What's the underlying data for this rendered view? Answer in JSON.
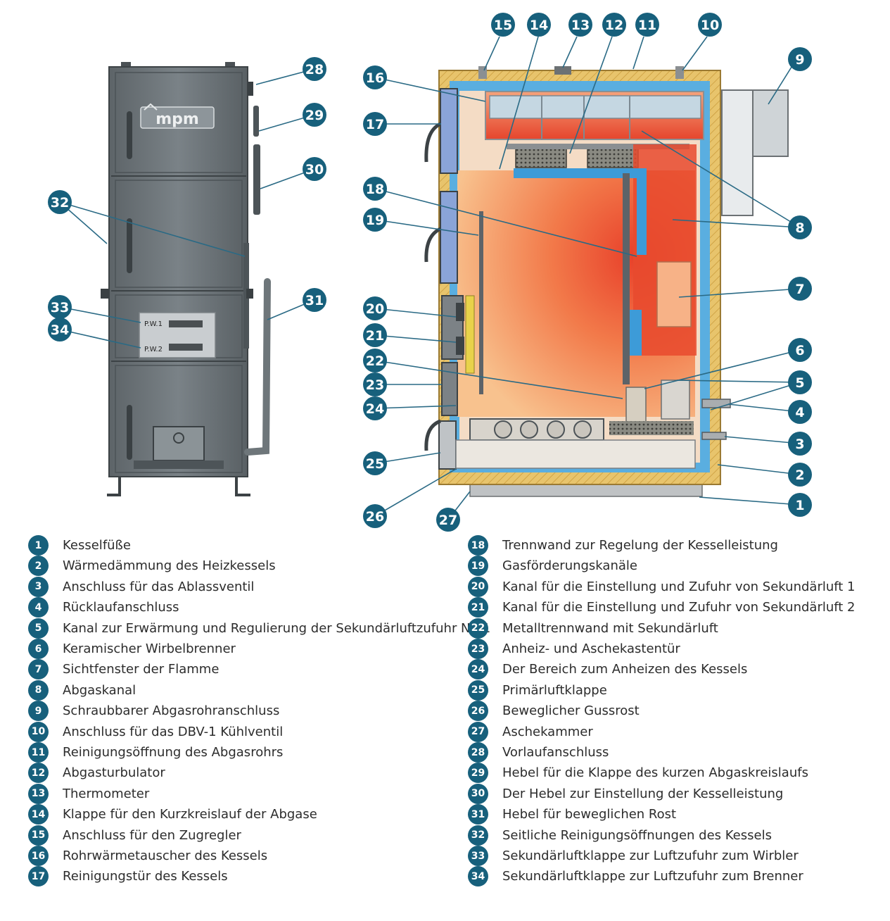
{
  "colors": {
    "callout": "#17607c",
    "boiler_body": "#6f777c",
    "insulation": "#e8c46c",
    "water_jacket": "#5aaee0",
    "flame_hot": "#e8452c",
    "flame_warm": "#f6b07a"
  },
  "front_view": {
    "logo_text": "mpm",
    "pw1_label": "P.W.1",
    "pw2_label": "P.W.2"
  },
  "callouts": [
    "1",
    "2",
    "3",
    "4",
    "5",
    "6",
    "7",
    "8",
    "9",
    "10",
    "11",
    "12",
    "13",
    "14",
    "15",
    "16",
    "17",
    "18",
    "19",
    "20",
    "21",
    "22",
    "23",
    "24",
    "25",
    "26",
    "27",
    "28",
    "29",
    "30",
    "31",
    "32",
    "33",
    "34"
  ],
  "legend": [
    {
      "num": "1",
      "text": "Kesselfüße"
    },
    {
      "num": "2",
      "text": "Wärmedämmung des Heizkessels"
    },
    {
      "num": "3",
      "text": "Anschluss für das Ablassventil"
    },
    {
      "num": "4",
      "text": "Rücklaufanschluss"
    },
    {
      "num": "5",
      "text": "Kanal zur Erwärmung und Regulierung der Sekundärluftzufuhr Nr. 1"
    },
    {
      "num": "6",
      "text": "Keramischer Wirbelbrenner"
    },
    {
      "num": "7",
      "text": "Sichtfenster der Flamme"
    },
    {
      "num": "8",
      "text": "Abgaskanal"
    },
    {
      "num": "9",
      "text": "Schraubbarer Abgasrohranschluss"
    },
    {
      "num": "10",
      "text": "Anschluss für das DBV-1 Kühlventil"
    },
    {
      "num": "11",
      "text": "Reinigungsöffnung des Abgasrohrs"
    },
    {
      "num": "12",
      "text": "Abgasturbulator"
    },
    {
      "num": "13",
      "text": "Thermometer"
    },
    {
      "num": "14",
      "text": "Klappe für den Kurzkreislauf der Abgase"
    },
    {
      "num": "15",
      "text": "Anschluss für den Zugregler"
    },
    {
      "num": "16",
      "text": "Rohrwärmetauscher des Kessels"
    },
    {
      "num": "17",
      "text": "Reinigungstür des Kessels"
    },
    {
      "num": "18",
      "text": "Trennwand zur Regelung der Kesselleistung"
    },
    {
      "num": "19",
      "text": "Gasförderungskanäle"
    },
    {
      "num": "20",
      "text": "Kanal für die Einstellung und Zufuhr von Sekundärluft 1"
    },
    {
      "num": "21",
      "text": "Kanal für die Einstellung und Zufuhr von Sekundärluft 2"
    },
    {
      "num": "22",
      "text": "Metalltrennwand mit Sekundärluft"
    },
    {
      "num": "23",
      "text": "Anheiz- und Aschekastentür"
    },
    {
      "num": "24",
      "text": "Der Bereich zum Anheizen des Kessels"
    },
    {
      "num": "25",
      "text": "Primärluftklappe"
    },
    {
      "num": "26",
      "text": "Beweglicher Gussrost"
    },
    {
      "num": "27",
      "text": "Aschekammer"
    },
    {
      "num": "28",
      "text": "Vorlaufanschluss"
    },
    {
      "num": "29",
      "text": "Hebel für die Klappe des kurzen Abgaskreislaufs"
    },
    {
      "num": "30",
      "text": "Der Hebel zur Einstellung der Kesselleistung"
    },
    {
      "num": "31",
      "text": "Hebel für beweglichen Rost"
    },
    {
      "num": "32",
      "text": "Seitliche Reinigungsöffnungen des Kessels"
    },
    {
      "num": "33",
      "text": "Sekundärluftklappe zur Luftzufuhr zum Wirbler"
    },
    {
      "num": "34",
      "text": "Sekundärluftklappe zur Luftzufuhr zum Brenner"
    }
  ]
}
